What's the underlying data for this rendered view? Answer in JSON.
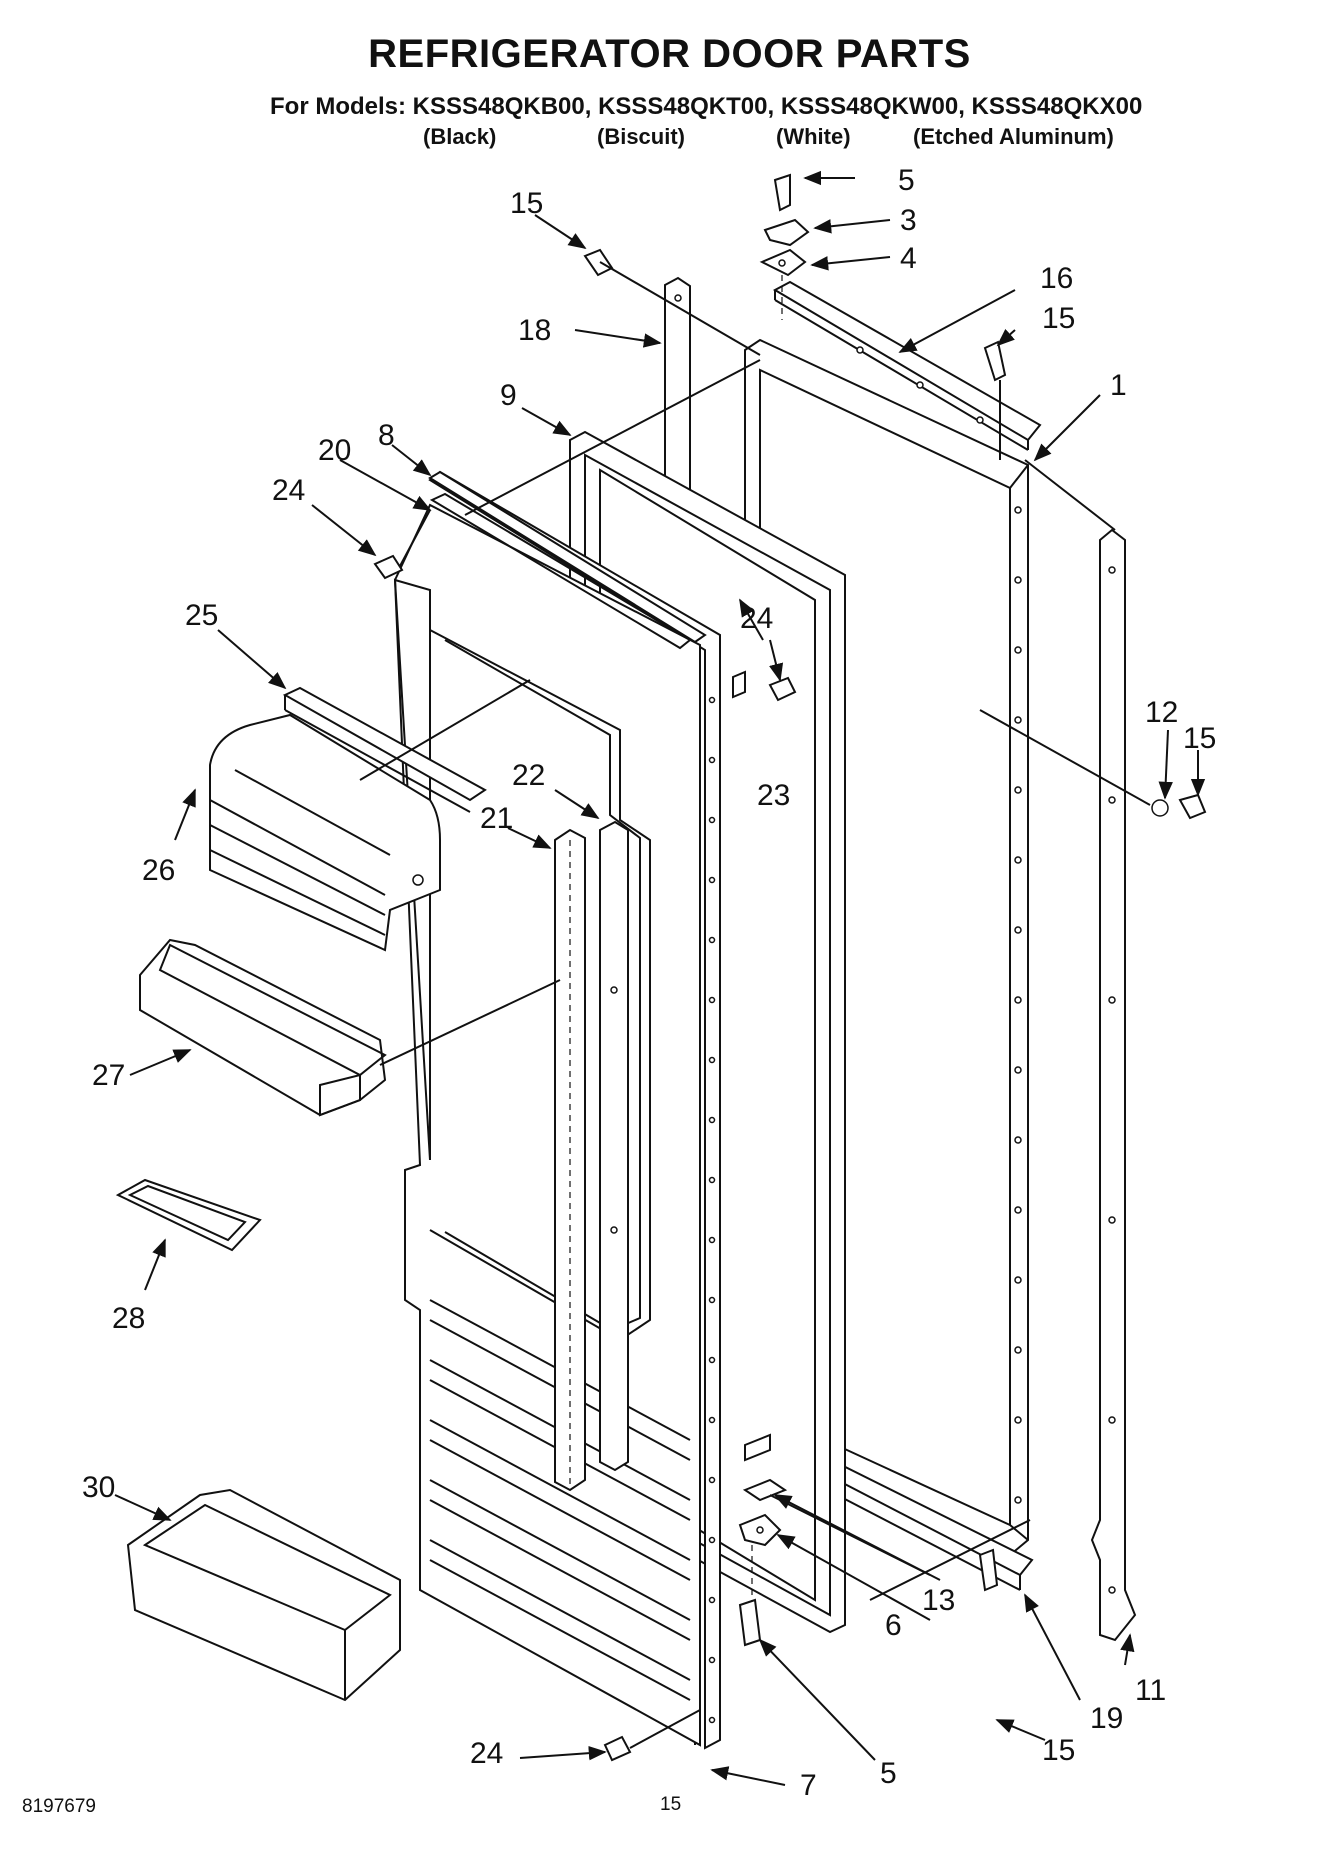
{
  "header": {
    "title": "REFRIGERATOR DOOR PARTS",
    "models_line": "For Models: KSSS48QKB00, KSSS48QKT00, KSSS48QKW00, KSSS48QKX00",
    "color_labels": [
      "(Black)",
      "(Biscuit)",
      "(White)",
      "(Etched Aluminum)"
    ]
  },
  "callouts": {
    "c1": "1",
    "c3": "3",
    "c4": "4",
    "c5a": "5",
    "c5b": "5",
    "c6": "6",
    "c7": "7",
    "c8": "8",
    "c9": "9",
    "c11": "11",
    "c12": "12",
    "c13": "13",
    "c15a": "15",
    "c15b": "15",
    "c15c": "15",
    "c15d": "15",
    "c16": "16",
    "c18": "18",
    "c19": "19",
    "c20": "20",
    "c21": "21",
    "c22": "22",
    "c23": "23",
    "c24a": "24",
    "c24b": "24",
    "c24c": "24",
    "c25": "25",
    "c26": "26",
    "c27": "27",
    "c28": "28",
    "c30": "30"
  },
  "footer": {
    "doc_number": "8197679",
    "page_number": "15"
  }
}
